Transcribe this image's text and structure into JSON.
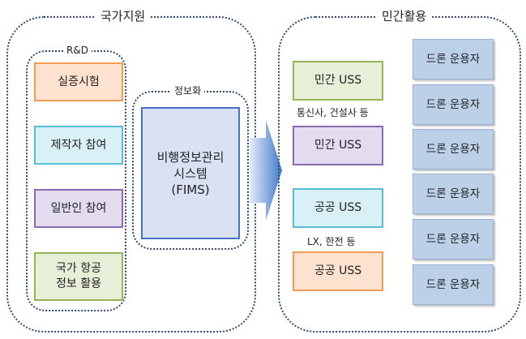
{
  "national": {
    "title": "국가지원",
    "rd": {
      "title": "R&D",
      "items": [
        "실증시험",
        "제작자 참여",
        "일반인 참여",
        "국가 항공\n정보 활용"
      ]
    },
    "info": {
      "title": "정보화",
      "system": "비행정보관리\n시스템\n(FIMS)"
    }
  },
  "private": {
    "title": "민간활용",
    "uss": [
      "민간 USS",
      "민간 USS",
      "공공 USS",
      "공공 USS"
    ],
    "captions": [
      "통신사, 건설사 등",
      "LX, 한전 등"
    ],
    "drones": [
      "드론 운용자",
      "드론 운용자",
      "드론 운용자",
      "드론 운용자",
      "드론 운용자",
      "드론 운용자"
    ]
  },
  "colors": {
    "border_dotted": "#2f4a6e",
    "orange": "#f59a52",
    "cyan": "#58bdd4",
    "purple": "#8a6bb3",
    "green": "#93b657",
    "blue": "#4472c4",
    "drone": "#bcd0e8"
  }
}
